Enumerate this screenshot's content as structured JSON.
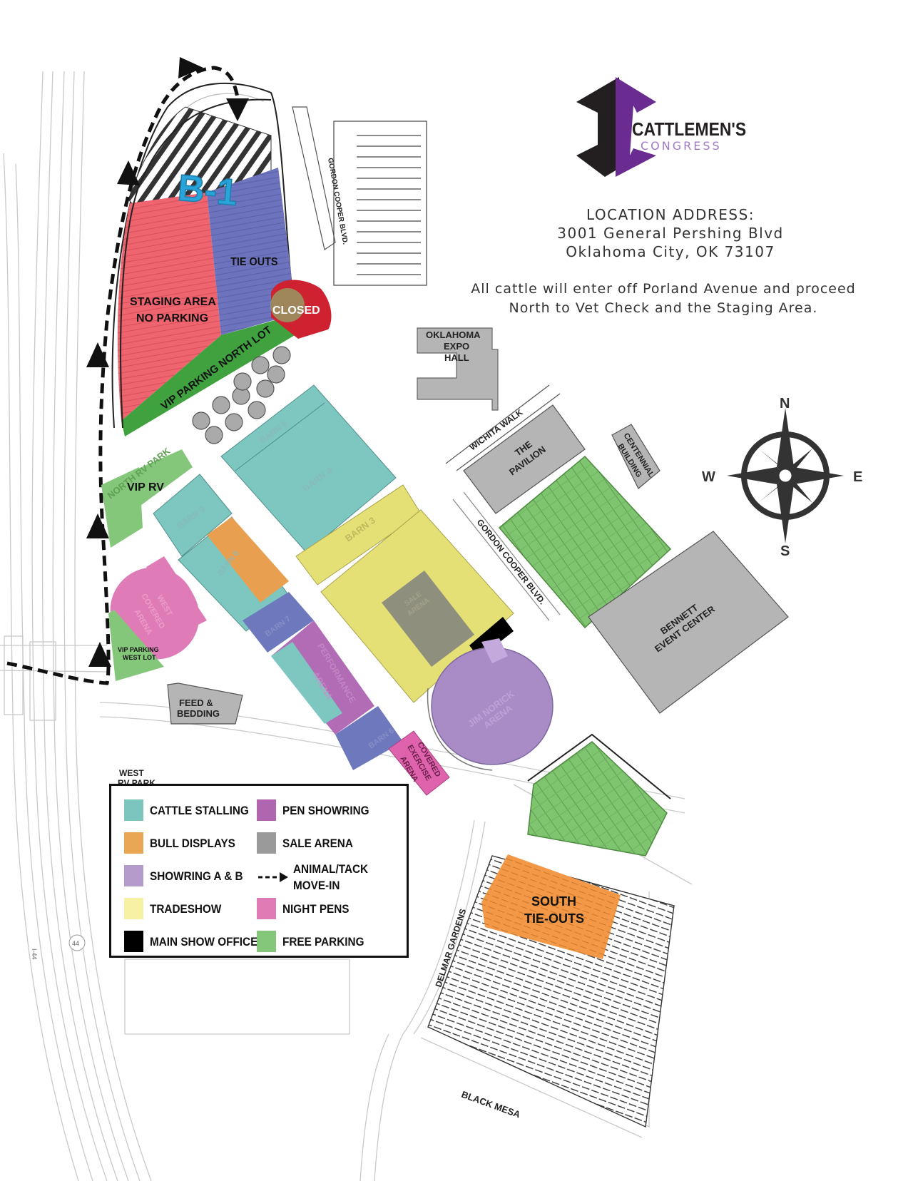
{
  "brand": {
    "name": "CATTLEMEN'S",
    "sub": "CONGRESS",
    "colors": {
      "dark": "#231f20",
      "purple": "#6a2c91",
      "lavender": "#9e7bc1"
    }
  },
  "address": {
    "heading": "LOCATION ADDRESS:",
    "line1": "3001 General Pershing Blvd",
    "line2": "Oklahoma City, OK 73107"
  },
  "entry_note": {
    "line1": "All cattle will enter off Porland Avenue and proceed",
    "line2": "North to Vet Check and the Staging Area."
  },
  "compass": {
    "n": "N",
    "s": "S",
    "e": "E",
    "w": "W"
  },
  "map_labels": {
    "b1": "B-1",
    "tie_outs": "TIE OUTS",
    "staging_1": "STAGING AREA",
    "staging_2": "NO PARKING",
    "closed": "CLOSED",
    "vip_north": "VIP PARKING NORTH LOT",
    "gordon_cooper_north": "GORDON COOPER BLVD.",
    "expo_1": "OKLAHOMA",
    "expo_2": "EXPO",
    "expo_3": "HALL",
    "wichita_walk": "WICHITA WALK",
    "pavilion_1": "THE",
    "pavilion_2": "PAVILION",
    "centennial_1": "CENTENNIAL",
    "centennial_2": "BUILDING",
    "gordon_cooper_mid": "GORDON COOPER BLVD.",
    "bennett_1": "BENNETT",
    "bennett_2": "EVENT CENTER",
    "north_rv_park": "NORTH RV PARK",
    "vip_rv": "VIP RV",
    "barn5": "BARN 5",
    "barn4": "BARN 4",
    "barn3": "BARN 3",
    "barn9": "BARN 9",
    "barn8": "BARN 8",
    "barn7": "BARN 7",
    "barn6": "BARN 6",
    "sale_arena_1": "SALE",
    "sale_arena_2": "ARENA",
    "performance_1": "PERFORMANCE",
    "performance_2": "ARENA",
    "west_covered_1": "WEST",
    "west_covered_2": "COVERED",
    "west_covered_3": "ARENA",
    "vip_west_1": "VIP PARKING",
    "vip_west_2": "WEST LOT",
    "feed_1": "FEED &",
    "feed_2": "BEDDING",
    "jim_norick_1": "JIM NORICK",
    "jim_norick_2": "ARENA",
    "covered_ex_1": "COVERED",
    "covered_ex_2": "EXERCISE",
    "covered_ex_3": "ARENA",
    "west_rv_1": "WEST",
    "west_rv_2": "RV PARK",
    "south_1": "SOUTH",
    "south_2": "TIE-OUTS",
    "delmar": "DELMAR GARDENS",
    "black_mesa": "BLACK MESA",
    "i44": "I-44",
    "shield": "44"
  },
  "legend": {
    "items": [
      {
        "label": "CATTLE STALLING",
        "color": "#7cc5be"
      },
      {
        "label": "BULL DISPLAYS",
        "color": "#e9a655"
      },
      {
        "label": "SHOWRING A & B",
        "color": "#b49bcb"
      },
      {
        "label": "TRADESHOW",
        "color": "#f6f1a3"
      },
      {
        "label": "MAIN SHOW OFFICE",
        "color": "#000000"
      },
      {
        "label": "PEN SHOWRING",
        "color": "#b066ae"
      },
      {
        "label": "SALE ARENA",
        "color": "#9a9a9a"
      },
      {
        "label": "ANIMAL/TACK",
        "label2": "MOVE-IN",
        "icon": "dashed-arrow-icon"
      },
      {
        "label": "NIGHT PENS",
        "color": "#e17bb5"
      },
      {
        "label": "FREE PARKING",
        "color": "#85c77a"
      }
    ]
  },
  "zone_colors": {
    "staging": "#ee6570",
    "tie_outs": "#6d74bd",
    "closed": "#cf2230",
    "parking": "#7fc56f",
    "stalling": "#7ec6c0",
    "bull": "#e8a050",
    "barn_blue": "#6e78bd",
    "pen_showring": "#b26bb5",
    "tradeshow": "#e5e075",
    "sale": "#8f8f7e",
    "arena": "#a98cc6",
    "night_pens": "#df7bb6",
    "south_tie": "#f39846",
    "building_gray": "#b5b5b5"
  }
}
